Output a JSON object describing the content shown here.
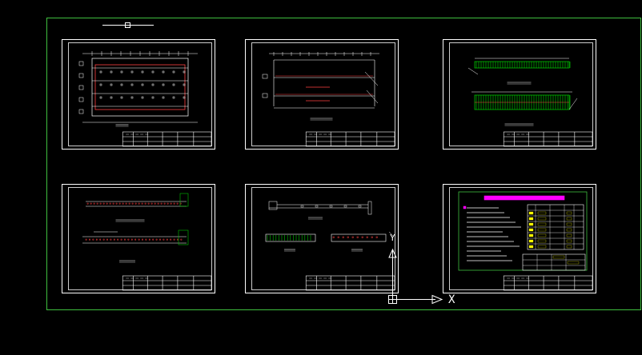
{
  "colors": {
    "background": "#000000",
    "sheet_frame": "#ffffff",
    "model_boundary": "#3fbf3f",
    "dimension": "#ff4040",
    "rebar": "#00c000",
    "highlight": "#ff00ff",
    "table_cell": "#ffff00",
    "cursor": "#ffffff"
  },
  "sheets": [
    {
      "id": "plan",
      "kind": "plan"
    },
    {
      "id": "section-long",
      "kind": "section"
    },
    {
      "id": "rebar-elevation",
      "kind": "rebar"
    },
    {
      "id": "section-details-a",
      "kind": "details"
    },
    {
      "id": "section-details-b",
      "kind": "details2"
    },
    {
      "id": "notes-table",
      "kind": "notes"
    }
  ],
  "ucs": {
    "y_label": "Y",
    "x_label": "X",
    "icon": "ucs-axis-icon"
  },
  "crosshair": {
    "icon": "crosshair-cursor-icon"
  }
}
